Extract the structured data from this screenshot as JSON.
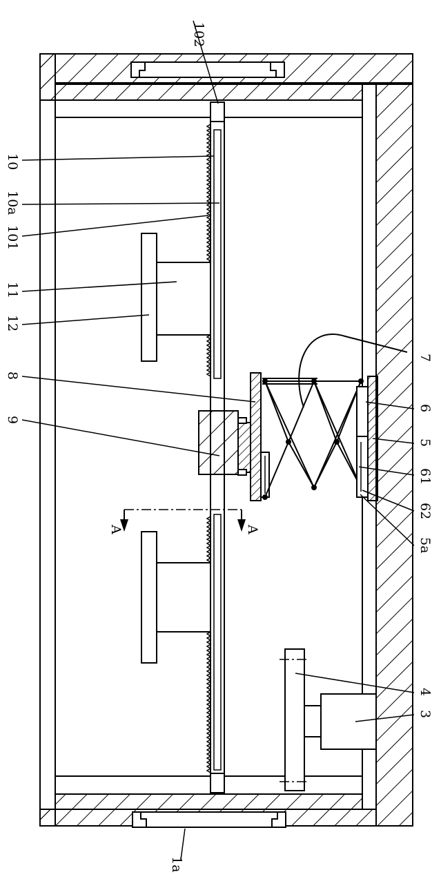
{
  "labels": {
    "l102": "102",
    "l10": "10",
    "l10a": "10a",
    "l101": "101",
    "l11": "11",
    "l12": "12",
    "l8": "8",
    "l9": "9",
    "l7": "7",
    "l6": "6",
    "l5": "5",
    "l61": "61",
    "l62": "62",
    "l5a": "5a",
    "l4": "4",
    "l3": "3",
    "l1a": "1a",
    "secA1": "A",
    "secA2": "A"
  }
}
